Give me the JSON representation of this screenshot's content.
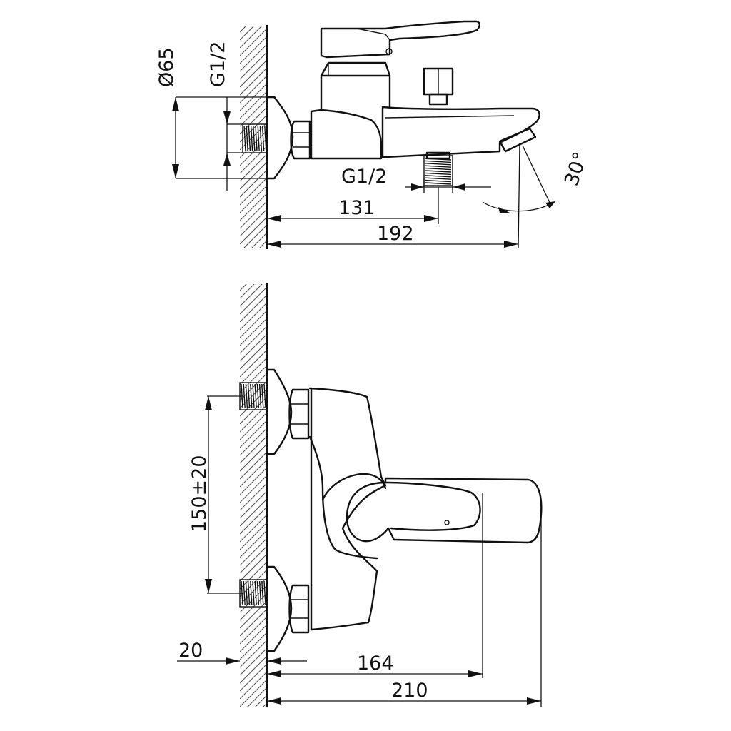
{
  "drawing": {
    "top_view": {
      "label_diameter": "Ø65",
      "label_thread_wall": "G1/2",
      "label_thread_outlet": "G1/2",
      "dim_outlet": "131",
      "dim_spout": "192",
      "angle": "30°"
    },
    "front_view": {
      "dim_centers": "150±20",
      "dim_wall": "20",
      "dim_handle": "164",
      "dim_total": "210"
    }
  }
}
